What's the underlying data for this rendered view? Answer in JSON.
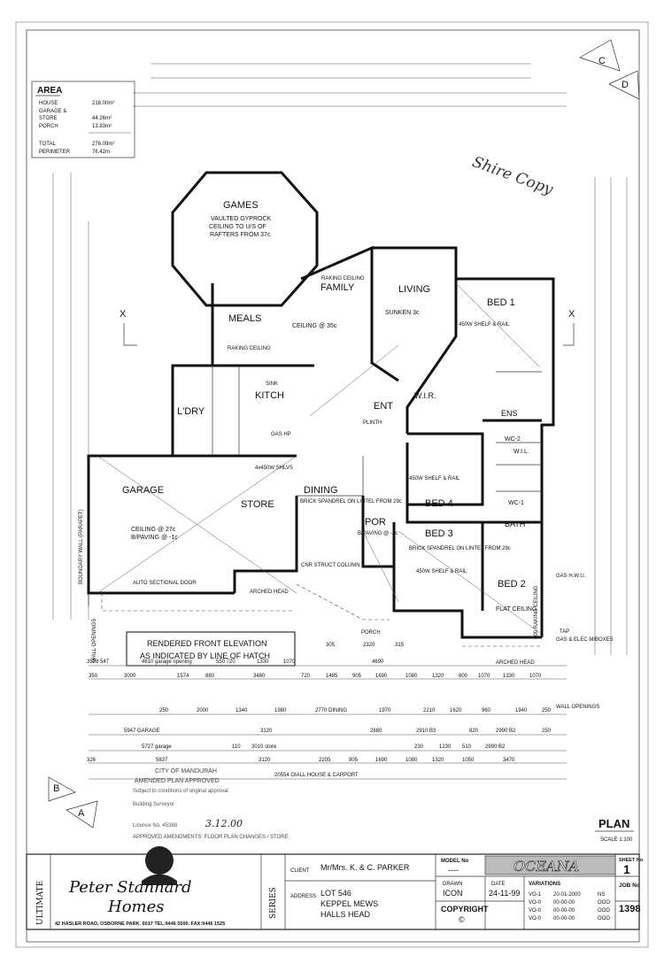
{
  "area_table": {
    "heading": "AREA",
    "rows": [
      {
        "label": "HOUSE",
        "value": "218.00m²"
      },
      {
        "label": "GARAGE &",
        "value": ""
      },
      {
        "label": "STORE",
        "value": "44.26m²"
      },
      {
        "label": "PORCH",
        "value": "13.83m²"
      },
      {
        "label": "TOTAL",
        "value": "276.09m²"
      },
      {
        "label": "PERIMETER",
        "value": "76.42m"
      }
    ]
  },
  "handwritten_note": "Shire Copy",
  "rooms": {
    "games": "GAMES",
    "games_note_1": "VAULTED GYPROCK",
    "games_note_2": "CEILING TO U/S OF",
    "games_note_3": "RAFTERS FROM 37c",
    "family": "FAMILY",
    "family_ceiling": "RAKING CEILING",
    "living": "LIVING",
    "living_note": "SUNKEN 3c",
    "bed1": "BED 1",
    "bed1_shelf": "450W SHELF & RAIL",
    "meals": "MEALS",
    "meals_ceiling": "RAKING CEILING",
    "ceiling_35c": "CEILING @ 35c",
    "kitch": "KITCH",
    "sink": "SINK",
    "gas_hp": "GAS HP",
    "ldry": "L'DRY",
    "wir": "W.I.R.",
    "ens": "ENS",
    "wc2": "WC-2",
    "wil": "W.I.L.",
    "ent": "ENT",
    "plinth": "PLINTH",
    "garage": "GARAGE",
    "garage_ceiling": "CEILING @ 27c",
    "garage_paving": "B/PAVING @ -1c",
    "store": "STORE",
    "store_shelves": "4x450W SHLVS",
    "dining": "DINING",
    "dining_lintel": "BRICK SPANDREL ON LINTEL FROM 29c",
    "por": "POR",
    "por_paving": "B/PAVING @ -1c",
    "bed4": "BED 4",
    "bed4_shelf": "450W SHELF & RAIL",
    "bed3": "BED 3",
    "bed3_lintel": "BRICK SPANDREL ON LINTEL FROM 29c",
    "bed3_shelf": "450W SHELF & RAIL",
    "bed2": "BED 2",
    "bed2_ceiling": "FLAT CEILING",
    "raking_ceiling_600": "600 RAKING CEILING",
    "wc1": "WC-1",
    "bath": "BATH",
    "arched_head": "ARCHED HEAD",
    "auto_door": "AUTO SECTIONAL DOOR",
    "boundary_wall": "BOUNDARY WALL (PARAPET)",
    "porch": "PORCH",
    "cnr_struct": "CNR STRUCT COLUMN",
    "gas_elec": "GAS & ELEC M/BOXES",
    "gas_hwu": "GAS H.W.U.",
    "tap": "TAP"
  },
  "section_markers": {
    "x_left": "X",
    "x_right": "X",
    "a": "A",
    "b": "B",
    "c": "C",
    "d": "D"
  },
  "elevation_note": {
    "line1": "RENDERED FRONT ELEVATION",
    "line2": "AS INDICATED BY LINE OF HATCH"
  },
  "dimensions": {
    "row1": [
      "3528 547",
      "4610 garage opening",
      "550 720",
      "1330",
      "1070",
      "4690"
    ],
    "row2": [
      "350",
      "3000",
      "1574",
      "880",
      "3480",
      "720",
      "1485",
      "905",
      "1690",
      "1080",
      "1320",
      "600",
      "1070",
      "1330",
      "1070"
    ],
    "row3": [
      "250",
      "2000",
      "1340",
      "1980",
      "2770 DINING",
      "1970",
      "2210",
      "1620",
      "960",
      "1940",
      "250"
    ],
    "row4": [
      "5947 GARAGE",
      "3120",
      "2880",
      "2910 B3",
      "820",
      "2990 B2",
      "250"
    ],
    "row5": [
      "5727 garage",
      "110",
      "3010 store",
      "230",
      "1230",
      "510",
      "2990 B2"
    ],
    "row6": [
      "326",
      "5837",
      "3120",
      "2205",
      "905",
      "1690",
      "1080",
      "1320",
      "1050",
      "3470"
    ],
    "overall": "20554 OIALL HOUSE & CARPORT",
    "wall_openings": "WALL OPENINGS",
    "porch_dims": [
      "305",
      "2320",
      "315"
    ]
  },
  "stamp": {
    "line1": "CITY OF MANDURAH",
    "line2": "AMENDED PLAN APPROVED",
    "line3": "Subject to conditions of original approval",
    "line4": "Building Surveyor",
    "line5": "Licence No. 45388",
    "date": "3.12.00",
    "amendments": "APPROVED AMENDMENTS: FLOOR PLAN CHANGES / STORE"
  },
  "plan_label": {
    "title": "PLAN",
    "scale": "SCALE 1:100"
  },
  "title_block": {
    "ultimate": "ULTIMATE",
    "series": "SERIES",
    "company_line1": "Peter Stannard",
    "company_line2": "Homes",
    "company_address": "42 HASLER ROAD, OSBORNE PARK. 6017  TEL:9446 5500. FAX:9446 1525",
    "client_label": "CLIENT",
    "client": "Mr/Mrs. K. & C. PARKER",
    "address_label": "ADDRESS",
    "address_line1": "LOT 546",
    "address_line2": "KEPPEL MEWS",
    "address_line3": "HALLS HEAD",
    "model_label": "MODEL No",
    "model_no": "----",
    "model_name": "OCEANA",
    "drawn_label": "DRAWN",
    "drawn": "ICON",
    "date_label": "DATE",
    "date": "24-11-99",
    "copyright": "COPYRIGHT",
    "copyright_symbol": "©",
    "variations_label": "VARIATIONS",
    "variations": [
      {
        "code": "VO-1",
        "date": "20-01-2000",
        "initials": "NS"
      },
      {
        "code": "VO-0",
        "date": "00-00-00",
        "initials": "OOO"
      },
      {
        "code": "VO-0",
        "date": "00-00-00",
        "initials": "OOO"
      },
      {
        "code": "VO-0",
        "date": "00-00-00",
        "initials": "OOO"
      }
    ],
    "sheet_label": "SHEET No",
    "sheet_no": "1",
    "job_label": "JOB No",
    "job_no": "1398"
  }
}
